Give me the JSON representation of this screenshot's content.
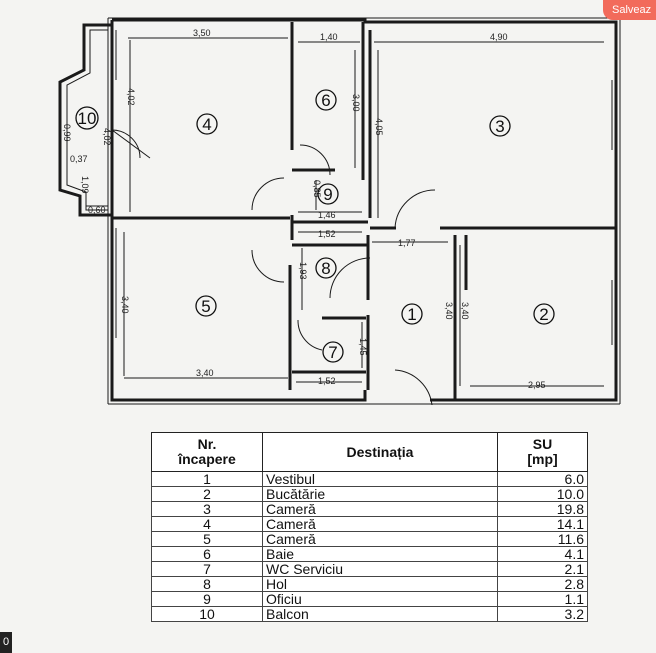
{
  "header": {
    "save_label": "Salveaz"
  },
  "footer": {
    "corner_digit": "0"
  },
  "plan": {
    "rooms": [
      {
        "id": "1",
        "label": "1"
      },
      {
        "id": "2",
        "label": "2"
      },
      {
        "id": "3",
        "label": "3"
      },
      {
        "id": "4",
        "label": "4"
      },
      {
        "id": "5",
        "label": "5"
      },
      {
        "id": "6",
        "label": "6"
      },
      {
        "id": "7",
        "label": "7"
      },
      {
        "id": "8",
        "label": "8"
      },
      {
        "id": "9",
        "label": "9"
      },
      {
        "id": "10",
        "label": "10"
      }
    ],
    "dimensions": {
      "r4_width": "3,50",
      "r6_width": "1,40",
      "r3_width": "4,90",
      "r4_height": "4,02",
      "r4_height_outer": "4,02",
      "r6_height": "3,00",
      "r3_height": "4,05",
      "r9_height": "0,85",
      "r9_width": "1,46",
      "r8_width": "1,52",
      "r1_width": "1,77",
      "r8_height": "1,93",
      "r5_height": "3,40",
      "r1_height": "3,40",
      "r2_height": "3,40",
      "r7_height": "1,45",
      "r5_width": "3,40",
      "r7_width": "1,52",
      "r2_width": "2,95",
      "balcony_a": "0,99",
      "balcony_b": "0,37",
      "balcony_c": "1,09",
      "balcony_d": "0,60"
    }
  },
  "table": {
    "headers": {
      "nr_line1": "Nr.",
      "nr_line2": "încapere",
      "destination": "Destinația",
      "su_line1": "SU",
      "su_line2": "[mp]"
    },
    "rows": [
      {
        "nr": "1",
        "dest": "Vestibul",
        "su": "6.0"
      },
      {
        "nr": "2",
        "dest": "Bucătărie",
        "su": "10.0"
      },
      {
        "nr": "3",
        "dest": "Cameră",
        "su": "19.8"
      },
      {
        "nr": "4",
        "dest": "Cameră",
        "su": "14.1"
      },
      {
        "nr": "5",
        "dest": "Cameră",
        "su": "11.6"
      },
      {
        "nr": "6",
        "dest": "Baie",
        "su": "4.1"
      },
      {
        "nr": "7",
        "dest": "WC Serviciu",
        "su": "2.1"
      },
      {
        "nr": "8",
        "dest": "Hol",
        "su": "2.8"
      },
      {
        "nr": "9",
        "dest": "Oficiu",
        "su": "1.1"
      },
      {
        "nr": "10",
        "dest": "Balcon",
        "su": "3.2"
      }
    ]
  },
  "colors": {
    "save_button": "#f26b5b",
    "line": "#1a1a1a"
  }
}
